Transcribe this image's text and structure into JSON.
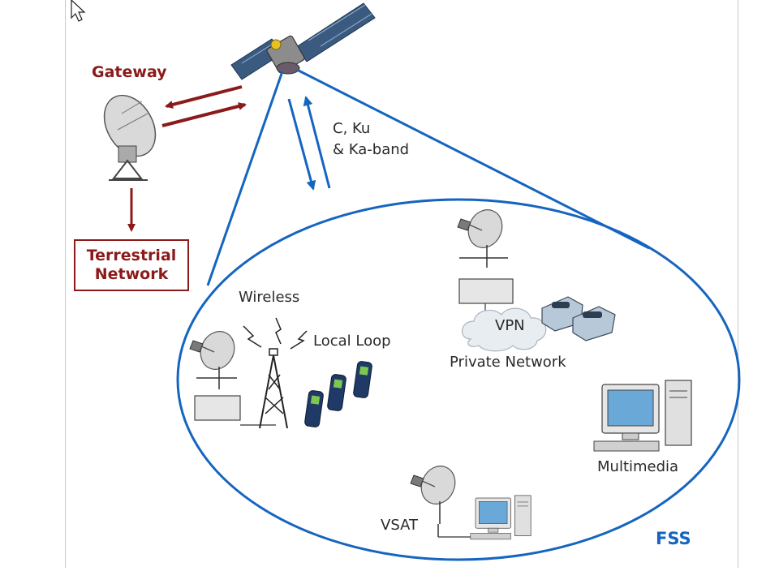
{
  "labels": {
    "gateway": "Gateway",
    "terrestrial_line1": "Terrestrial",
    "terrestrial_line2": "Network",
    "band_line1": "C, Ku",
    "band_line2": "& Ka-band",
    "wireless": "Wireless",
    "local_loop": "Local Loop",
    "vpn": "VPN",
    "private_network": "Private Network",
    "multimedia": "Multimedia",
    "vsat": "VSAT",
    "fss": "FSS"
  },
  "colors": {
    "red": "#8b1a1a",
    "blue": "#1565c0",
    "dark": "#2a2a2a"
  },
  "icons": [
    "cursor-icon",
    "satellite-icon",
    "gateway-dish-icon",
    "dish-icon",
    "tower-icon",
    "phone-icon",
    "cloud-icon",
    "desk-phone-icon",
    "computer-icon"
  ]
}
